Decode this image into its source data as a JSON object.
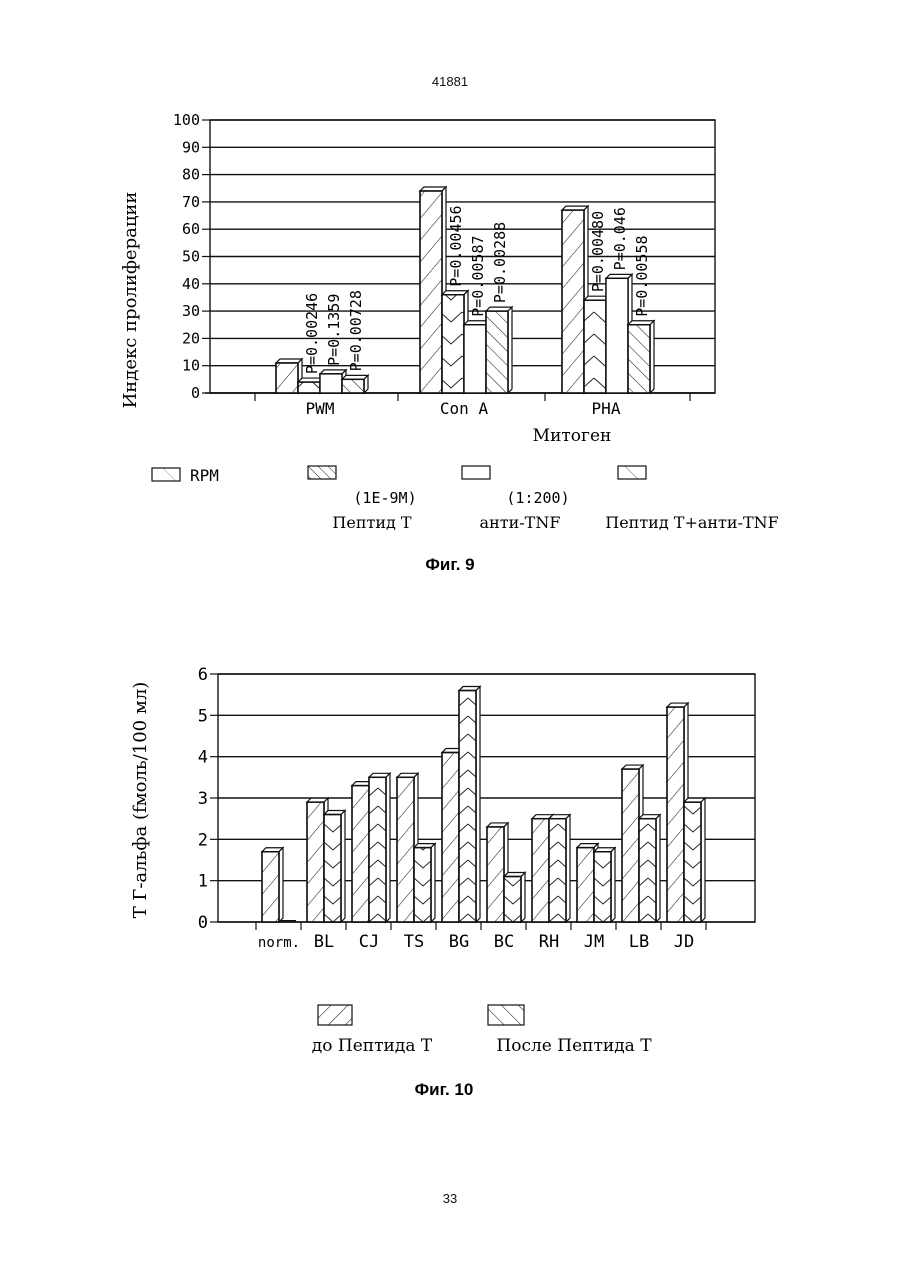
{
  "document": {
    "doc_number": "41881",
    "page_number": "33"
  },
  "chart_data": [
    {
      "type": "bar",
      "caption": "Фиг. 9",
      "ylabel": "Индекс пролиферации",
      "xlabel": "Митоген",
      "ylim": [
        0,
        100
      ],
      "yticks": [
        "0",
        "10",
        "20",
        "30",
        "40",
        "50",
        "60",
        "70",
        "80",
        "90",
        "100"
      ],
      "grid": true,
      "categories": [
        "PWM",
        "Con A",
        "PHA"
      ],
      "series": [
        {
          "name": "RPM",
          "values": [
            11,
            74,
            67
          ]
        },
        {
          "name": "Пептид Т",
          "note": "(1E-9M)",
          "values": [
            4,
            36,
            34
          ]
        },
        {
          "name": "анти-TNF",
          "note": "(1:200)",
          "values": [
            7,
            25,
            42
          ]
        },
        {
          "name": "Пептид Т+анти-TNF",
          "values": [
            5,
            30,
            25
          ]
        }
      ],
      "annotations": [
        [
          "P=0.00246",
          "P=0.1359",
          "P=0.00728"
        ],
        [
          "P=0.00456",
          "P=0.00587",
          "P=0.00288"
        ],
        [
          "P=0.00480",
          "P=0.046",
          "P=0.00558"
        ]
      ],
      "legend_position": "bottom"
    },
    {
      "type": "bar",
      "caption": "Фиг. 10",
      "ylabel": "T Г-альфа (fмоль/100 мл)",
      "ylim": [
        0,
        6
      ],
      "yticks": [
        "0",
        "1",
        "2",
        "3",
        "4",
        "5",
        "6"
      ],
      "grid": true,
      "categories": [
        "norm.",
        "BL",
        "CJ",
        "TS",
        "BG",
        "BC",
        "RH",
        "JM",
        "LB",
        "JD"
      ],
      "series": [
        {
          "name": "до Пептида Т",
          "values": [
            1.7,
            2.9,
            3.3,
            3.5,
            4.1,
            2.3,
            2.5,
            1.8,
            3.7,
            5.2
          ]
        },
        {
          "name": "После Пептида Т",
          "values": [
            0.0,
            2.6,
            3.5,
            1.8,
            5.6,
            1.1,
            2.5,
            1.7,
            2.5,
            2.9
          ]
        }
      ],
      "legend_position": "bottom"
    }
  ]
}
